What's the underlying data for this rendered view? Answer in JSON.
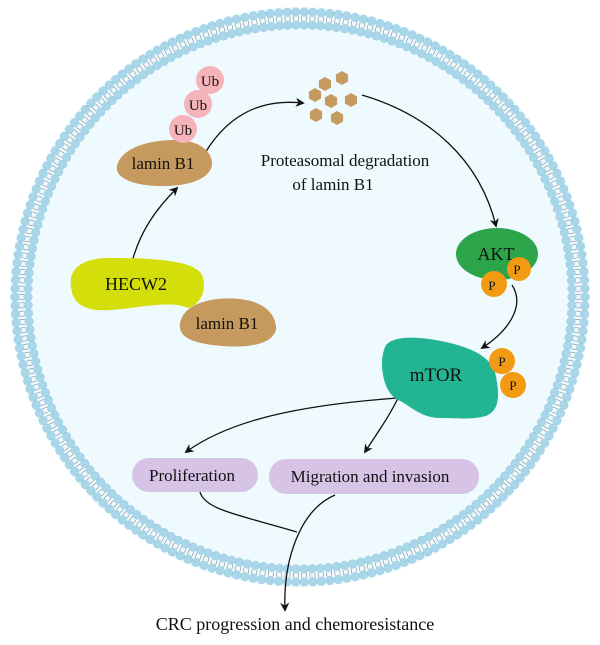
{
  "colors": {
    "background": "#ffffff",
    "cell_interior": "#eefafd",
    "membrane_head": "#a9d6e8",
    "membrane_head_stroke": "#8cc3d9",
    "membrane_tail": "#7f8a90",
    "lamin": "#c69a5e",
    "ubiquitin": "#f5b3ba",
    "hecw2": "#d4de0a",
    "akt": "#2ca44a",
    "phospho": "#f29a12",
    "mtor": "#22b493",
    "outcome_pill": "#d7c3e6",
    "arrow": "#111111"
  },
  "nodes": {
    "hecw2": "HECW2",
    "lamin_bound": "lamin B1",
    "lamin_ub": "lamin B1",
    "ubiquitin": [
      "Ub",
      "Ub",
      "Ub"
    ],
    "degradation_label": [
      "Proteasomal degradation",
      "of lamin B1"
    ],
    "akt": "AKT",
    "akt_phospho": [
      "P",
      "P"
    ],
    "mtor": "mTOR",
    "mtor_phospho": [
      "P",
      "P"
    ],
    "proliferation": "Proliferation",
    "migration": "Migration and invasion",
    "outcome": "CRC progression and chemoresistance"
  },
  "fragments_count": 7,
  "edges": [
    {
      "from": "hecw2",
      "to": "lamin_ub",
      "label": ""
    },
    {
      "from": "lamin_ub",
      "to": "fragments",
      "label": ""
    },
    {
      "from": "fragments",
      "to": "akt",
      "label": ""
    },
    {
      "from": "akt",
      "to": "mtor",
      "label": ""
    },
    {
      "from": "mtor",
      "to": "proliferation",
      "label": ""
    },
    {
      "from": "mtor",
      "to": "migration",
      "label": ""
    },
    {
      "from": "proliferation",
      "to": "outcome",
      "label": ""
    },
    {
      "from": "migration",
      "to": "outcome",
      "label": ""
    }
  ]
}
